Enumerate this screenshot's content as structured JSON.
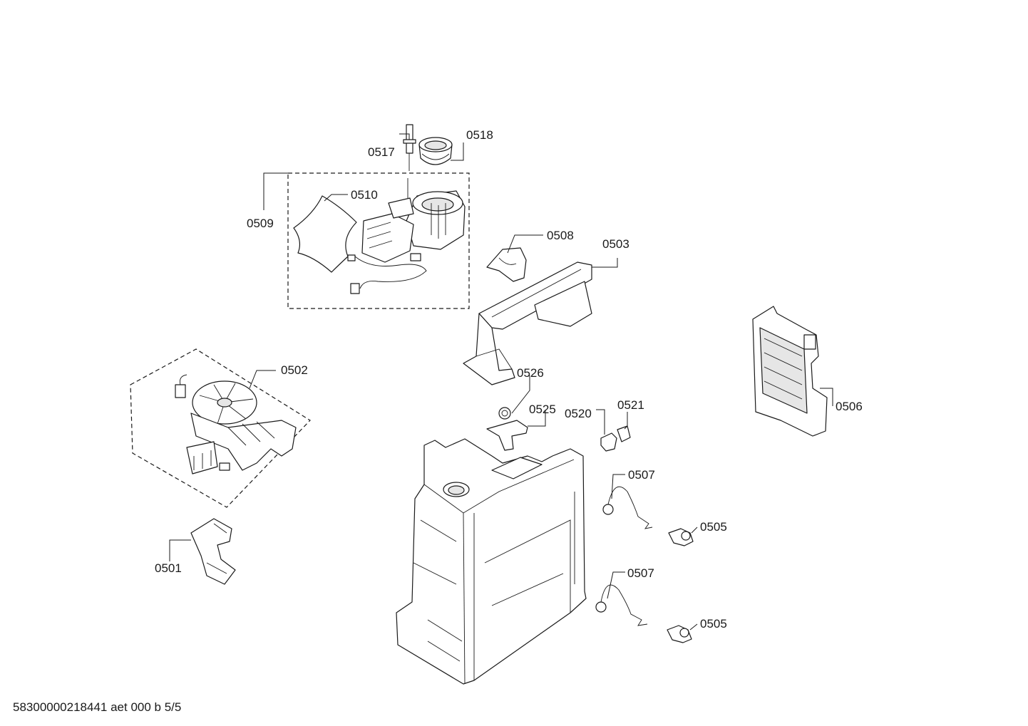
{
  "document": {
    "doc_id": "58300000218441 aet 000 b 5/5"
  },
  "callouts": {
    "p0501": "0501",
    "p0502": "0502",
    "p0503": "0503",
    "p0505a": "0505",
    "p0505b": "0505",
    "p0506": "0506",
    "p0507a": "0507",
    "p0507b": "0507",
    "p0508": "0508",
    "p0509": "0509",
    "p0510": "0510",
    "p0517": "0517",
    "p0518": "0518",
    "p0520": "0520",
    "p0521": "0521",
    "p0525": "0525",
    "p0526": "0526"
  }
}
